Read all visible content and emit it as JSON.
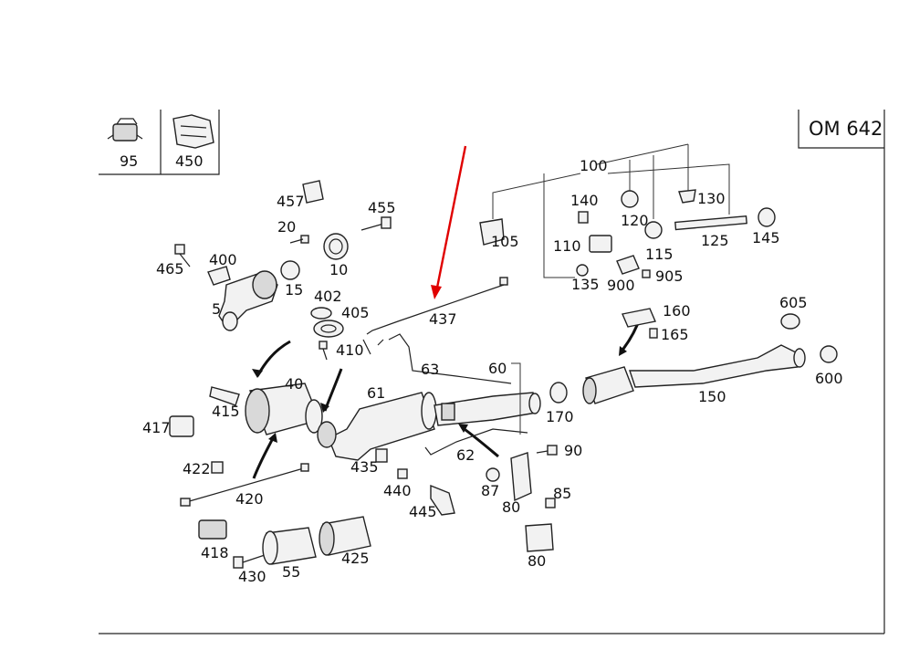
{
  "engine": "OM 642",
  "legend": [
    {
      "number": "95",
      "icon": "clip-icon"
    },
    {
      "number": "450",
      "icon": "heat-shield-icon"
    }
  ],
  "labels": {
    "p5": "5",
    "p10": "10",
    "p15": "15",
    "p20": "20",
    "p40": "40",
    "p55": "55",
    "p60": "60",
    "p61": "61",
    "p62": "62",
    "p63": "63",
    "p80a": "80",
    "p80b": "80",
    "p85": "85",
    "p87": "87",
    "p90": "90",
    "p100": "100",
    "p105": "105",
    "p110": "110",
    "p115": "115",
    "p120": "120",
    "p125": "125",
    "p130": "130",
    "p135": "135",
    "p140": "140",
    "p145": "145",
    "p150": "150",
    "p160": "160",
    "p165": "165",
    "p170": "170",
    "p400": "400",
    "p402": "402",
    "p405": "405",
    "p410": "410",
    "p415": "415",
    "p417": "417",
    "p418": "418",
    "p420": "420",
    "p422": "422",
    "p425": "425",
    "p430": "430",
    "p435": "435",
    "p437": "437",
    "p440": "440",
    "p445": "445",
    "p455": "455",
    "p457": "457",
    "p465": "465",
    "p600": "600",
    "p605": "605",
    "p900": "900",
    "p905": "905"
  },
  "highlight": {
    "color": "#e00000",
    "target": "437"
  }
}
